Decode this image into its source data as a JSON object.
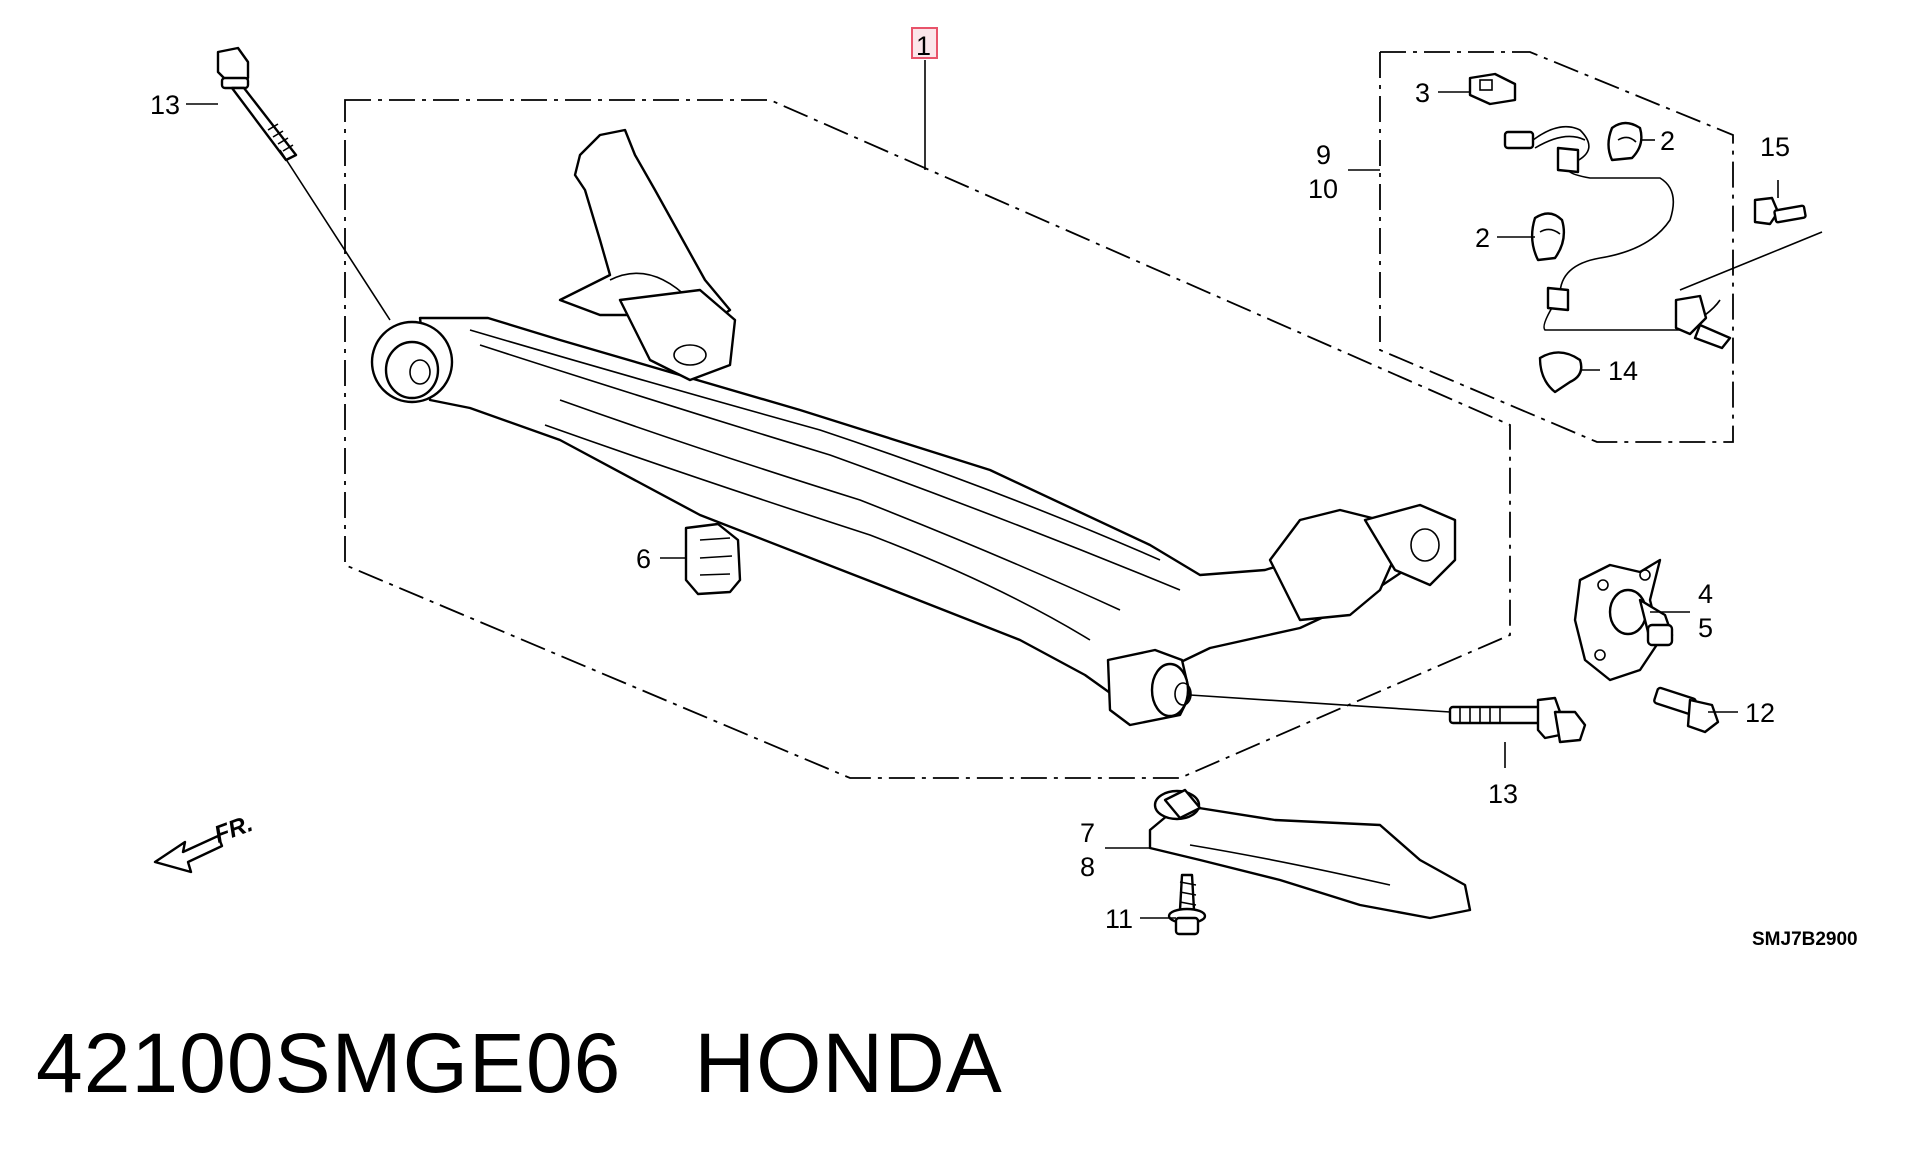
{
  "callouts": {
    "p1": "1",
    "p2a": "2",
    "p2b": "2",
    "p3": "3",
    "p4": "4",
    "p5": "5",
    "p6": "6",
    "p7": "7",
    "p8": "8",
    "p9": "9",
    "p10": "10",
    "p11": "11",
    "p12": "12",
    "p13a": "13",
    "p13b": "13",
    "p14": "14",
    "p15": "15"
  },
  "direction_label": "FR.",
  "diagram_code": "SMJ7B2900",
  "footer": {
    "part_number": "42100SMGE06",
    "brand": "HONDA"
  },
  "colors": {
    "highlight_box": "#e8536a",
    "line": "#000000"
  }
}
